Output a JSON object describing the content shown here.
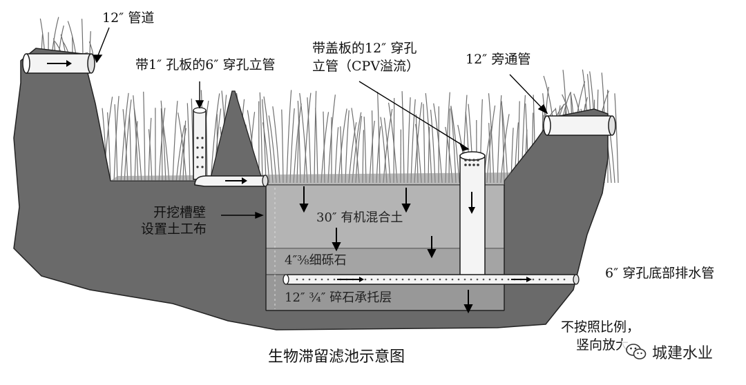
{
  "labels": {
    "pipe_top_left": "12″ 管道",
    "standpipe_6in": "带1″ 孔板的6″ 穿孔立管",
    "cpv_riser_line1": "带盖板的12″ 穿孔",
    "cpv_riser_line2": "立管（CPV溢流）",
    "bypass_pipe": "12″ 旁通管",
    "trench_wall_line1": "开挖槽壁",
    "trench_wall_line2": "设置土工布",
    "organic_soil": "30″ 有机混合土",
    "fine_gravel": "4″⅜细砾石",
    "crushed_stone": "12″ ¾″ 碎石承托层",
    "underdrain": "6″ 穿孔底部排水管",
    "not_to_scale_line1": "不按照比例，",
    "not_to_scale_line2": "竖向放大"
  },
  "caption": "生物滞留滤池示意图",
  "watermark": {
    "icon": "wechat-icon",
    "text": "城建水业"
  },
  "colors": {
    "soil": "#6a6a6a",
    "soil_light": "#8a8a8a",
    "media": "#b4b4b4",
    "gravel": "#a4a4a4",
    "stone": "#989898",
    "pipe": "#f4f4f4",
    "outline": "#1a1a1a"
  }
}
